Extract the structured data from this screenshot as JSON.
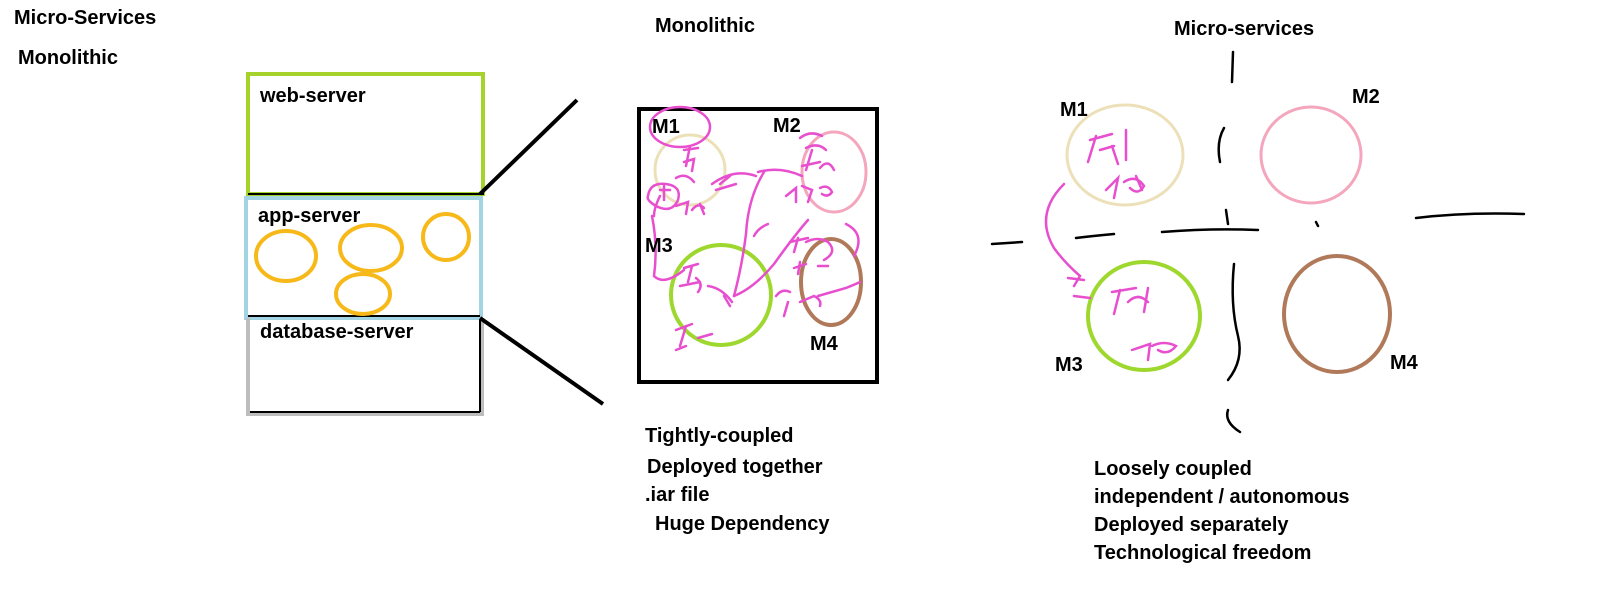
{
  "header": {
    "title": "Micro-Services",
    "subtitle": "Monolithic"
  },
  "architecture": {
    "web_server": "web-server",
    "app_server": "app-server",
    "database_server": "database-server"
  },
  "monolithic": {
    "title": "Monolithic",
    "module_labels": [
      "M1",
      "M2",
      "M3",
      "M4"
    ],
    "traits": [
      "Tightly-coupled",
      "Deployed together",
      ".iar file",
      "Huge Dependency"
    ]
  },
  "microservices": {
    "title": "Micro-services",
    "module_labels": [
      "M1",
      "M2",
      "M3",
      "M4"
    ],
    "traits": [
      "Loosely coupled",
      "independent / autonomous",
      "Deployed separately",
      "Technological freedom"
    ]
  },
  "colors": {
    "lime": "#a6d22c",
    "light_blue": "#a3d4e3",
    "gray": "#bdbdbd",
    "orange": "#f7b91a",
    "beige": "#ece0b8",
    "pink": "#f4a6bd",
    "green": "#9ed82e",
    "brown": "#b07a5a",
    "magenta": "#e84fcf"
  }
}
